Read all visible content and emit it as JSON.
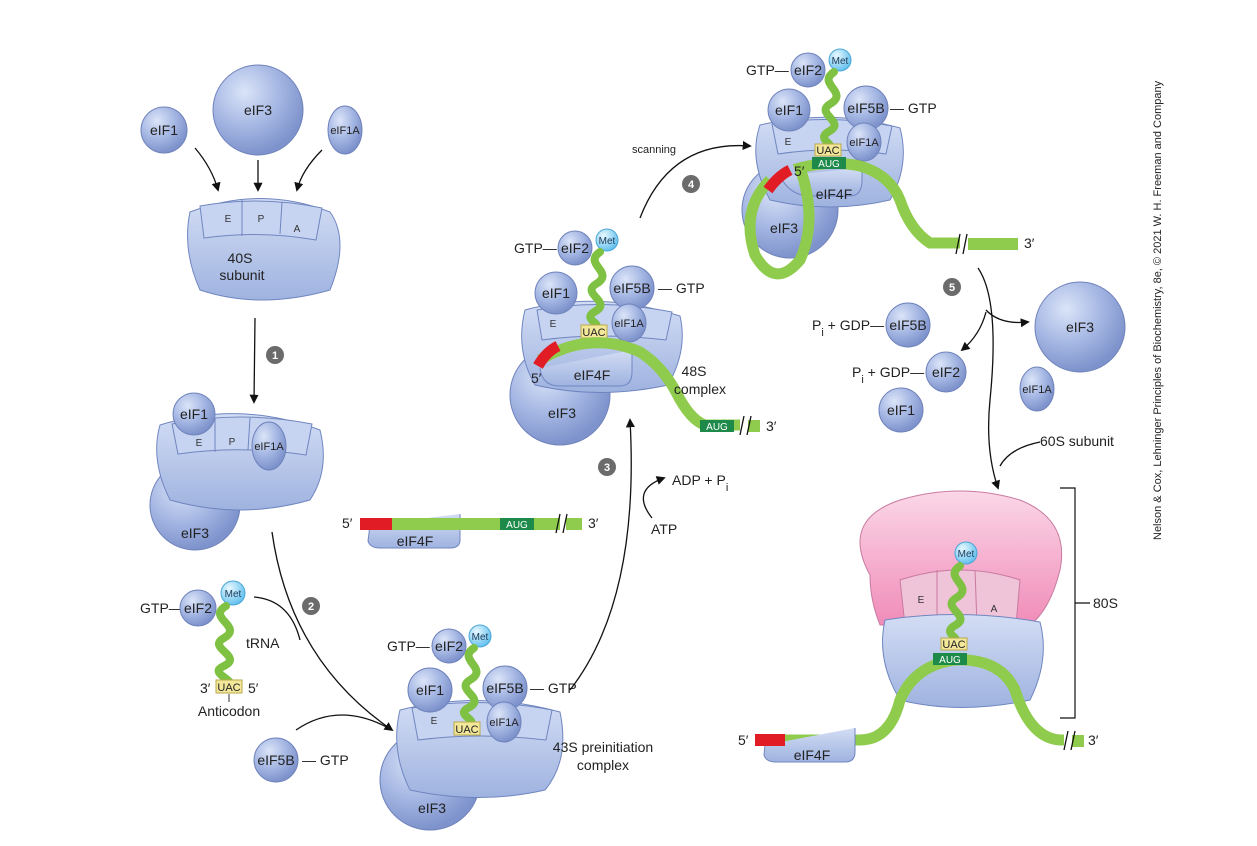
{
  "factors": {
    "eIF1": "eIF1",
    "eIF3": "eIF3",
    "eIF1A": "eIF1A",
    "eIF2": "eIF2",
    "eIF5B": "eIF5B",
    "eIF4F": "eIF4F",
    "Met": "Met"
  },
  "labels": {
    "subunit40S_line1": "40S",
    "subunit40S_line2": "subunit",
    "site_E": "E",
    "site_P": "P",
    "site_A": "A",
    "GTP": "GTP",
    "GTP_dash": "GTP—",
    "dash_GTP": "— GTP",
    "tRNA": "tRNA",
    "anticodon_codon": "UAC",
    "start_codon": "AUG",
    "three_prime": "3′",
    "five_prime": "5′",
    "anticodon": "Anticodon",
    "ATP": "ATP",
    "ADP_Pi": "ADP + P",
    "Pi_GDP": "P",
    "Pi_GDP_rest": " + GDP—",
    "subscript_i": "i",
    "scanning": "scanning",
    "complex43S_line1": "43S preinitiation",
    "complex43S_line2": "complex",
    "complex48S_line1": "48S",
    "complex48S_line2": "complex",
    "subunit60S": "60S subunit",
    "ribosome80S": "80S",
    "credit": "Nelson & Cox, Lehninger Principles of Biochemistry, 8e, © 2021 W. H. Freeman and Company"
  },
  "steps": [
    "1",
    "2",
    "3",
    "4",
    "5"
  ],
  "colors": {
    "factor_fill": "#9fb4e0",
    "ribosome_small": "#b9c9ec",
    "ribosome_large": "#f2a9c8",
    "mrna": "#8fcb4c",
    "cap": "#e11c24",
    "aug_box": "#1d8a4a",
    "uac_box": "#f3e79a",
    "met": "#8fd6f3",
    "step_circle": "#6b6b6b"
  }
}
